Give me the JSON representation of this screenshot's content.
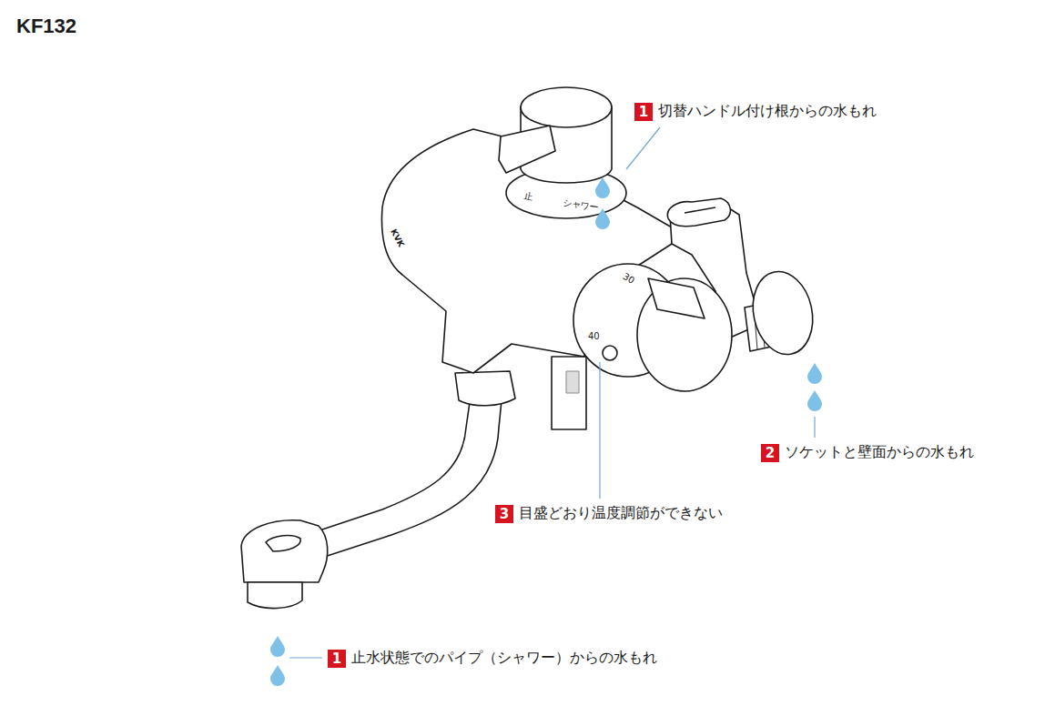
{
  "diagram": {
    "title": "KF132",
    "nodes": [
      {
        "text": [
          "1",
          "切替ハンドル付け根からの水もれ"
        ]
      },
      {
        "text": [
          "2",
          "ソケットと壁面からの水もれ"
        ]
      },
      {
        "text": [
          "3",
          "目盛どおり温度調節ができない"
        ]
      },
      {
        "text": [
          "1",
          "止水状態でのパイプ（シャワー）からの水もれ"
        ]
      }
    ],
    "labels": [
      "KVK",
      "止",
      "シャワー",
      "30",
      "40"
    ]
  }
}
